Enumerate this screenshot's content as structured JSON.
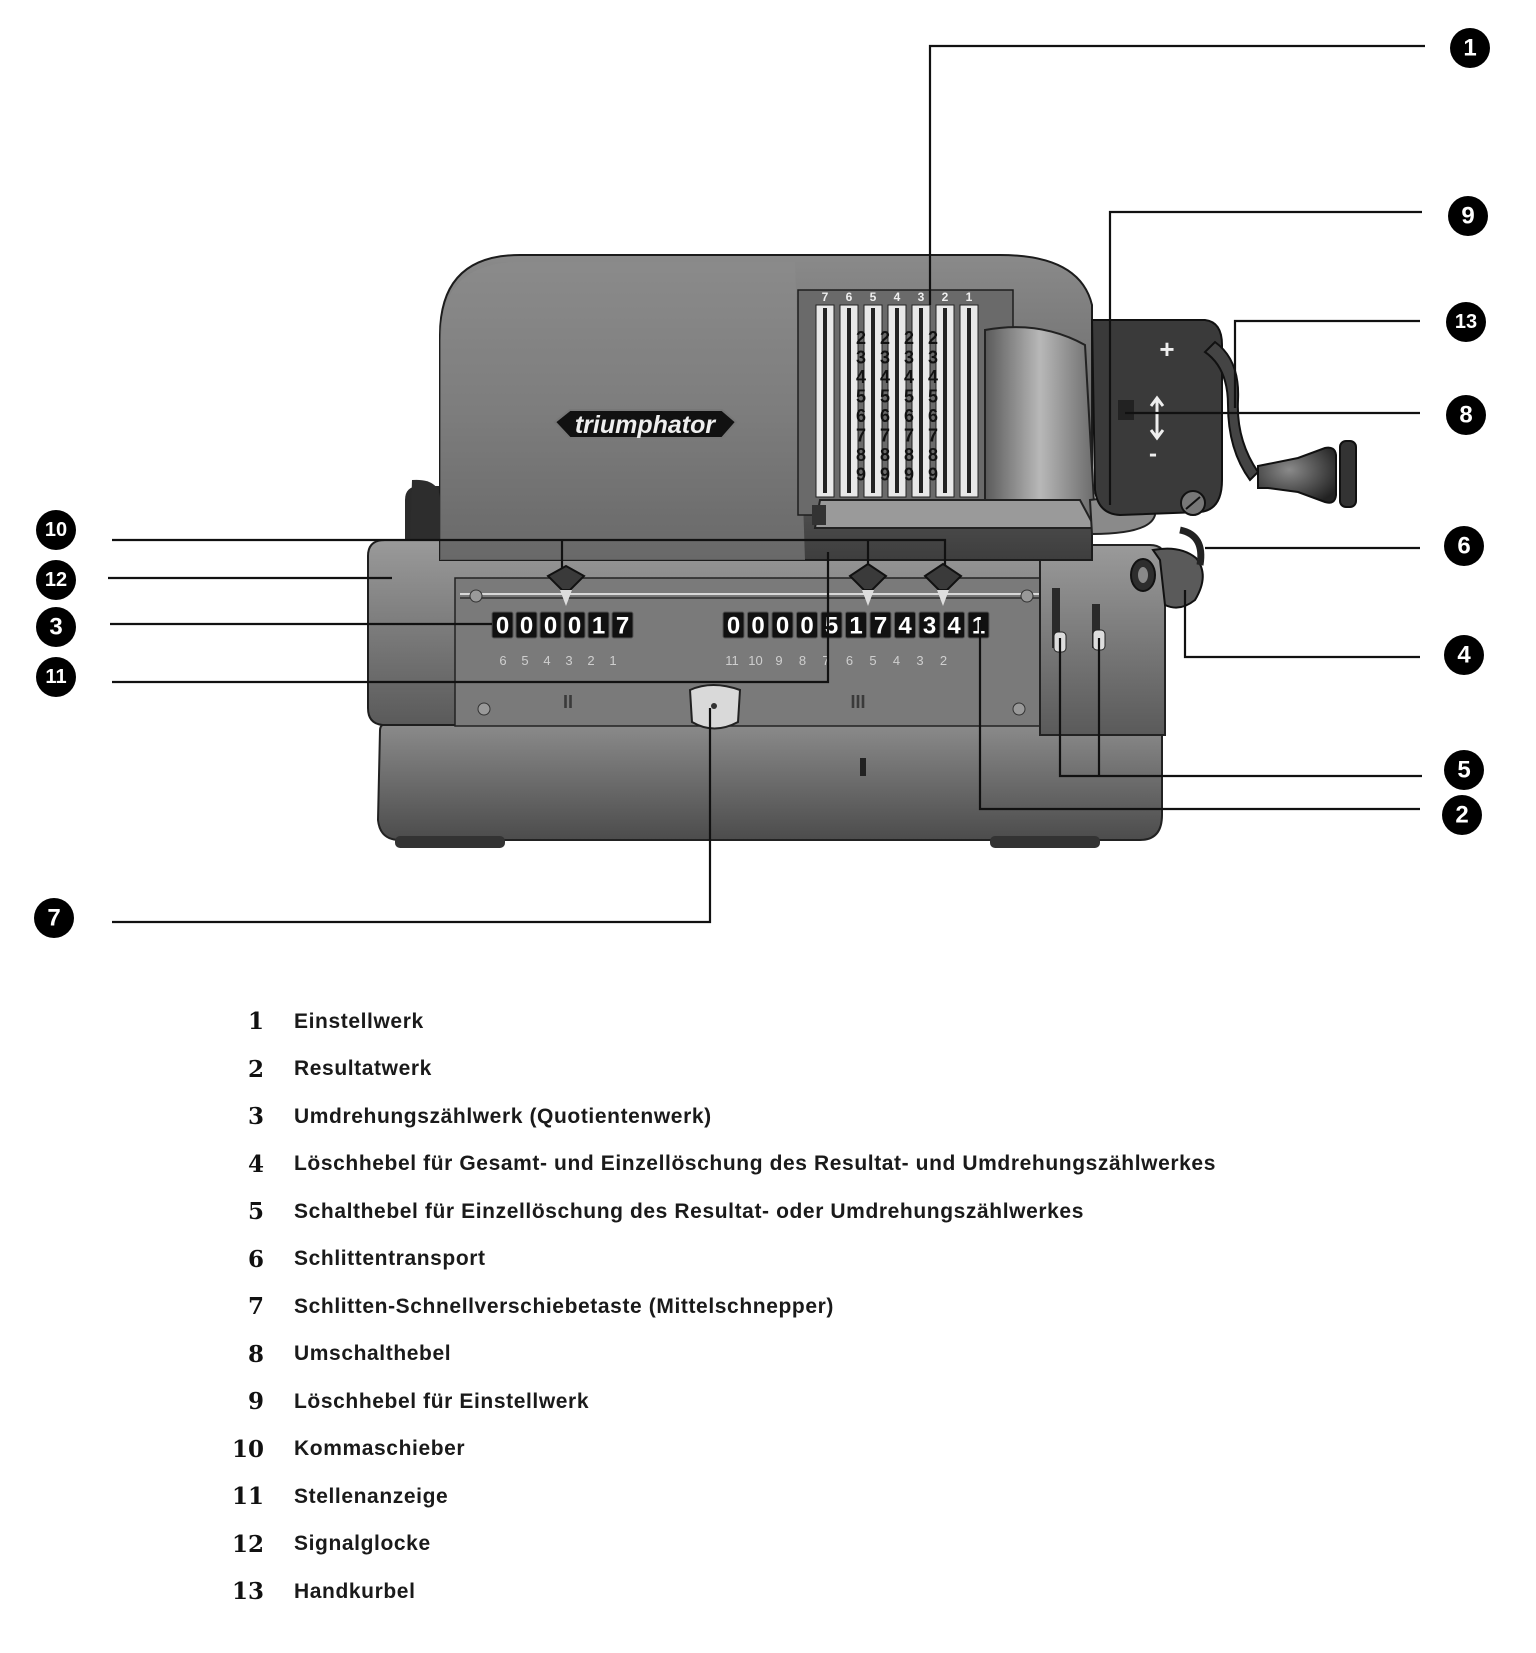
{
  "machine": {
    "brand": "triumphator",
    "quotient_register": [
      "0",
      "0",
      "0",
      "0",
      "1",
      "7"
    ],
    "result_register": [
      "0",
      "0",
      "0",
      "0",
      "5",
      "1",
      "7",
      "4",
      "3",
      "4",
      "1"
    ],
    "quotient_scale": [
      "6",
      "5",
      "4",
      "3",
      "2",
      "1"
    ],
    "result_scale": [
      "11",
      "10",
      "9",
      "8",
      "7",
      "6",
      "5",
      "4",
      "3",
      "2"
    ],
    "setting_wheel_heads": [
      "7",
      "6",
      "5",
      "4",
      "3",
      "2",
      "1"
    ],
    "setting_digits": [
      "2",
      "3",
      "4",
      "5",
      "6",
      "7",
      "8",
      "9"
    ],
    "carriage_marks": [
      "II",
      "III"
    ],
    "crank_signs": {
      "plus": "+",
      "minus": "-"
    }
  },
  "callouts": [
    {
      "num": "1"
    },
    {
      "num": "9"
    },
    {
      "num": "13"
    },
    {
      "num": "8"
    },
    {
      "num": "6"
    },
    {
      "num": "4"
    },
    {
      "num": "5"
    },
    {
      "num": "2"
    },
    {
      "num": "10"
    },
    {
      "num": "12"
    },
    {
      "num": "3"
    },
    {
      "num": "11"
    },
    {
      "num": "7"
    }
  ],
  "legend": [
    {
      "num": "1",
      "text": "Einstellwerk"
    },
    {
      "num": "2",
      "text": "Resultatwerk"
    },
    {
      "num": "3",
      "text": "Umdrehungszählwerk (Quotientenwerk)"
    },
    {
      "num": "4",
      "text": "Löschhebel für Gesamt- und Einzellöschung des Resultat- und Umdrehungszählwerkes"
    },
    {
      "num": "5",
      "text": "Schalthebel für Einzellöschung des Resultat- oder Umdrehungszählwerkes"
    },
    {
      "num": "6",
      "text": "Schlittentransport"
    },
    {
      "num": "7",
      "text": "Schlitten-Schnellverschiebetaste (Mittelschnepper)"
    },
    {
      "num": "8",
      "text": "Umschalthebel"
    },
    {
      "num": "9",
      "text": "Löschhebel für Einstellwerk"
    },
    {
      "num": "10",
      "text": "Kommaschieber"
    },
    {
      "num": "11",
      "text": "Stellenanzeige"
    },
    {
      "num": "12",
      "text": "Signalglocke"
    },
    {
      "num": "13",
      "text": "Handkurbel"
    }
  ]
}
